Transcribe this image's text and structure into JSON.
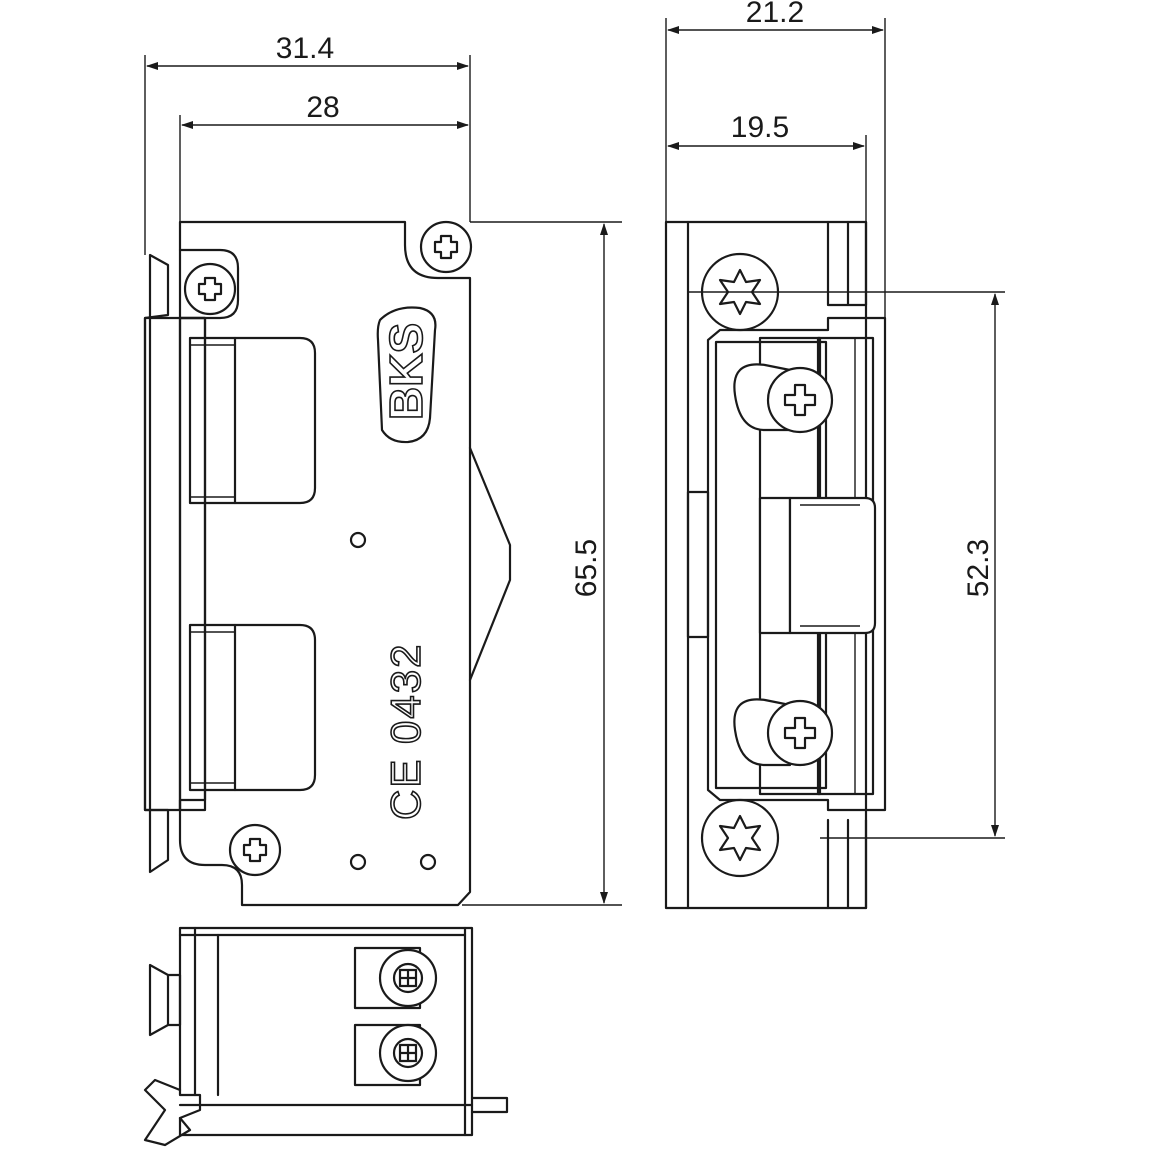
{
  "dimensions": {
    "overall_width": "31.4",
    "body_width": "28",
    "overall_height": "65.5",
    "side_overall_depth": "21.2",
    "side_body_depth": "19.5",
    "side_hole_spacing": "52.3"
  },
  "markings": {
    "brand": "BKS",
    "certification": "CE 0432"
  }
}
